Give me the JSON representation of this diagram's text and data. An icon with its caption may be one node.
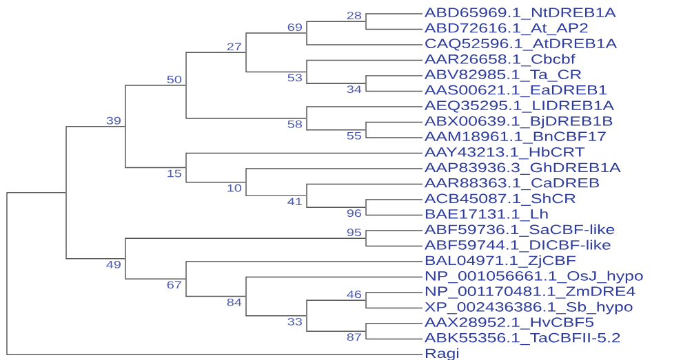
{
  "diagram": {
    "nodes": [
      {
        "text": [
          "ABD65969.1_NtDREB1A"
        ]
      },
      {
        "text": [
          "ABD72616.1_At_AP2"
        ]
      },
      {
        "text": [
          "CAQ52596.1_AtDREB1A"
        ]
      },
      {
        "text": [
          "AAR26658.1_Cbcbf"
        ]
      },
      {
        "text": [
          "ABV82985.1_Ta_CR"
        ]
      },
      {
        "text": [
          "AAS00621.1_EaDREB1"
        ]
      },
      {
        "text": [
          "AEQ35295.1_LIDREB1A"
        ]
      },
      {
        "text": [
          "ABX00639.1_BjDREB1B"
        ]
      },
      {
        "text": [
          "AAM18961.1_BnCBF17"
        ]
      },
      {
        "text": [
          "AAY43213.1_HbCRT"
        ]
      },
      {
        "text": [
          "AAP83936.3_GhDREB1A"
        ]
      },
      {
        "text": [
          "AAR88363.1_CaDREB"
        ]
      },
      {
        "text": [
          "ACB45087.1_ShCR"
        ]
      },
      {
        "text": [
          "BAE17131.1_Lh"
        ]
      },
      {
        "text": [
          "ABF59736.1_SaCBF-like"
        ]
      },
      {
        "text": [
          "ABF59744.1_DICBF-like"
        ]
      },
      {
        "text": [
          "BAL04971.1_ZjCBF"
        ]
      },
      {
        "text": [
          "NP_001056661.1_OsJ_hypo"
        ]
      },
      {
        "text": [
          "NP_001170481.1_ZmDRE4"
        ]
      },
      {
        "text": [
          "XP_002436386.1_Sb_hypo"
        ]
      },
      {
        "text": [
          "AAX28952.1_HvCBF5"
        ]
      },
      {
        "text": [
          "ABK55356.1_TaCBFII-5.2"
        ]
      },
      {
        "text": [
          "Ragi"
        ]
      },
      {
        "text": [],
        "shape": "bar"
      },
      {
        "text": [],
        "shape": "bar"
      },
      {
        "text": [],
        "shape": "bar"
      },
      {
        "text": [],
        "shape": "bar"
      },
      {
        "text": [],
        "shape": "bar"
      },
      {
        "text": [],
        "shape": "bar"
      },
      {
        "text": [],
        "shape": "bar"
      },
      {
        "text": [],
        "shape": "bar"
      },
      {
        "text": [],
        "shape": "bar"
      },
      {
        "text": [],
        "shape": "bar"
      },
      {
        "text": [],
        "shape": "bar"
      },
      {
        "text": [],
        "shape": "bar"
      },
      {
        "text": [],
        "shape": "bar"
      },
      {
        "text": [],
        "shape": "bar"
      },
      {
        "text": [],
        "shape": "bar"
      },
      {
        "text": [],
        "shape": "bar"
      },
      {
        "text": [],
        "shape": "bar"
      },
      {
        "text": [],
        "shape": "bar"
      },
      {
        "text": [],
        "shape": "bar"
      },
      {
        "text": [],
        "shape": "bar"
      },
      {
        "text": [],
        "shape": "bar"
      },
      {
        "text": [],
        "shape": "bar"
      }
    ],
    "edges": [
      {
        "from": 23,
        "to": 24,
        "arrow": "none"
      },
      {
        "from": 23,
        "to": 22,
        "arrow": "none"
      },
      {
        "from": 24,
        "to": 25,
        "arrow": "none",
        "label": "39"
      },
      {
        "from": 24,
        "to": 26,
        "arrow": "none",
        "label": "49"
      },
      {
        "from": 25,
        "to": 27,
        "arrow": "none",
        "label": "50"
      },
      {
        "from": 25,
        "to": 28,
        "arrow": "none",
        "label": "15"
      },
      {
        "from": 27,
        "to": 30,
        "arrow": "none",
        "label": "27"
      },
      {
        "from": 27,
        "to": 35,
        "arrow": "none",
        "label": "58"
      },
      {
        "from": 30,
        "to": 33,
        "arrow": "none",
        "label": "69"
      },
      {
        "from": 30,
        "to": 34,
        "arrow": "none",
        "label": "53"
      },
      {
        "from": 33,
        "to": 38,
        "arrow": "none",
        "label": "28"
      },
      {
        "from": 33,
        "to": 2,
        "arrow": "none"
      },
      {
        "from": 38,
        "to": 0,
        "arrow": "none"
      },
      {
        "from": 38,
        "to": 1,
        "arrow": "none"
      },
      {
        "from": 34,
        "to": 3,
        "arrow": "none"
      },
      {
        "from": 34,
        "to": 39,
        "arrow": "none",
        "label": "34"
      },
      {
        "from": 39,
        "to": 4,
        "arrow": "none"
      },
      {
        "from": 39,
        "to": 5,
        "arrow": "none"
      },
      {
        "from": 35,
        "to": 6,
        "arrow": "none"
      },
      {
        "from": 35,
        "to": 40,
        "arrow": "none",
        "label": "55"
      },
      {
        "from": 40,
        "to": 7,
        "arrow": "none"
      },
      {
        "from": 40,
        "to": 8,
        "arrow": "none"
      },
      {
        "from": 28,
        "to": 9,
        "arrow": "none"
      },
      {
        "from": 28,
        "to": 31,
        "arrow": "none",
        "label": "10"
      },
      {
        "from": 31,
        "to": 10,
        "arrow": "none"
      },
      {
        "from": 31,
        "to": 36,
        "arrow": "none",
        "label": "41"
      },
      {
        "from": 36,
        "to": 11,
        "arrow": "none"
      },
      {
        "from": 36,
        "to": 41,
        "arrow": "none",
        "label": "96"
      },
      {
        "from": 41,
        "to": 12,
        "arrow": "none"
      },
      {
        "from": 41,
        "to": 13,
        "arrow": "none"
      },
      {
        "from": 26,
        "to": 42,
        "arrow": "none",
        "label": "95"
      },
      {
        "from": 26,
        "to": 29,
        "arrow": "none",
        "label": "67"
      },
      {
        "from": 42,
        "to": 14,
        "arrow": "none"
      },
      {
        "from": 42,
        "to": 15,
        "arrow": "none"
      },
      {
        "from": 29,
        "to": 16,
        "arrow": "none"
      },
      {
        "from": 29,
        "to": 32,
        "arrow": "none",
        "label": "84"
      },
      {
        "from": 32,
        "to": 17,
        "arrow": "none"
      },
      {
        "from": 32,
        "to": 37,
        "arrow": "none",
        "label": "33"
      },
      {
        "from": 37,
        "to": 43,
        "arrow": "none",
        "label": "46"
      },
      {
        "from": 37,
        "to": 44,
        "arrow": "none",
        "label": "87"
      },
      {
        "from": 43,
        "to": 18,
        "arrow": "none"
      },
      {
        "from": 43,
        "to": 19,
        "arrow": "none"
      },
      {
        "from": 44,
        "to": 20,
        "arrow": "none"
      },
      {
        "from": 44,
        "to": 21,
        "arrow": "none"
      }
    ]
  }
}
